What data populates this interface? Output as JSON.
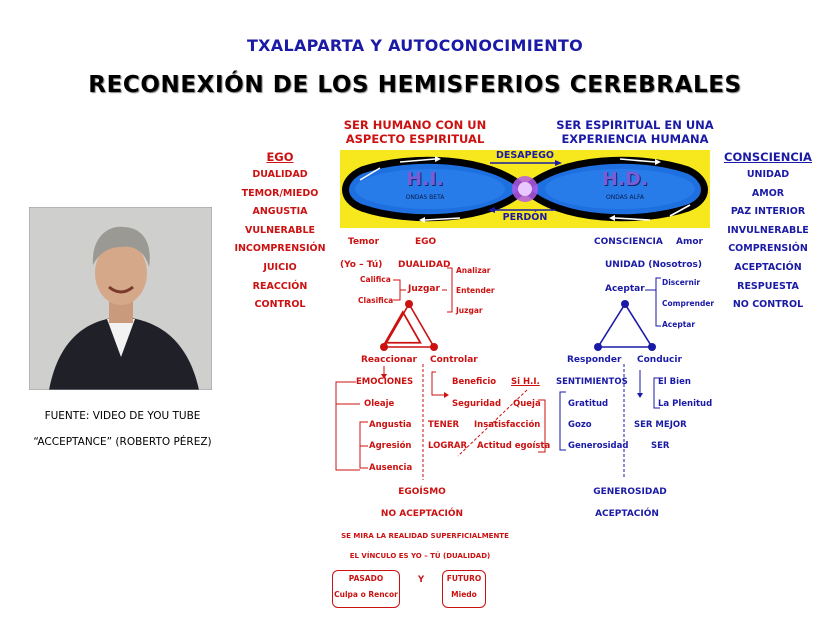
{
  "header": {
    "subtitle": "TXALAPARTA Y AUTOCONOCIMIENTO",
    "title": "RECONEXIÓN DE LOS HEMISFERIOS CEREBRALES"
  },
  "photo": {
    "caption_line1": "FUENTE:  VIDEO DE YOU TUBE",
    "caption_line2": "“ACCEPTANCE” (ROBERTO PÉREZ)"
  },
  "left_column": {
    "heading": "EGO",
    "items": [
      "DUALIDAD",
      "TEMOR/MIEDO",
      "ANGUSTIA",
      "VULNERABLE",
      "INCOMPRENSIÓN",
      "JUICIO",
      "REACCIÓN",
      "CONTROL"
    ]
  },
  "right_column": {
    "heading": "CONSCIENCIA",
    "items": [
      "UNIDAD",
      "AMOR",
      "PAZ INTERIOR",
      "INVULNERABLE",
      "COMPRENSIÓN",
      "ACEPTACIÓN",
      "RESPUESTA",
      "NO CONTROL"
    ]
  },
  "top_labels": {
    "left_line1": "SER HUMANO CON UN",
    "left_line2": "ASPECTO ESPIRITUAL",
    "right_line1": "SER ESPIRITUAL EN UNA",
    "right_line2": "EXPERIENCIA HUMANA"
  },
  "infinity": {
    "top_label": "DESAPEGO",
    "bottom_label": "PERDÓN",
    "left_title": "H.I.",
    "left_sub": "ONDAS BETA",
    "right_title": "H.D.",
    "right_sub": "ONDAS ALFA"
  },
  "left_flow": {
    "temor": "Temor",
    "ego": "EGO",
    "yo_tu": "(Yo – Tú)",
    "dualidad": "DUALIDAD",
    "califica": "Califica",
    "clasifica": "Clasifica",
    "juzgar": "Juzgar",
    "analizar": "Analizar",
    "entender": "Entender",
    "juzgar_small": "Juzgar",
    "reaccionar": "Reaccionar",
    "controlar": "Controlar",
    "emociones": "EMOCIONES",
    "oleaje": "Oleaje",
    "angustia": "Angustia",
    "agresion": "Agresión",
    "ausencia": "Ausencia",
    "beneficio": "Beneficio",
    "si_hi": "Si H.I.",
    "seguridad": "Seguridad",
    "queja": "Queja",
    "tener": "TENER",
    "insatisfaccion": "Insatisfacción",
    "lograr": "LOGRAR",
    "actitud_egoista": "Actitud egoísta",
    "egoismo": "EGOÍSMO",
    "no_aceptacion": "NO ACEPTACIÓN",
    "se_mira": "SE MIRA LA REALIDAD SUPERFICIALMENTE",
    "vinculo": "EL VÍNCULO ES  YO – TÚ (DUALIDAD)",
    "pasado": "PASADO",
    "y": "Y",
    "futuro": "FUTURO",
    "culpa": "Culpa o Rencor",
    "miedo": "Miedo"
  },
  "right_flow": {
    "consciencia": "CONSCIENCIA",
    "amor": "Amor",
    "unidad": "UNIDAD  (Nosotros)",
    "aceptar": "Aceptar",
    "discernir": "Discernir",
    "comprender": "Comprender",
    "aceptar_small": "Aceptar",
    "responder": "Responder",
    "conducir": "Conducir",
    "sentimientos": "SENTIMIENTOS",
    "gratitud": "Gratitud",
    "gozo": "Gozo",
    "generosidad_small": "Generosidad",
    "el_bien": "El Bien",
    "la_plenitud": "La Plenitud",
    "ser_mejor": "SER MEJOR",
    "ser": "SER",
    "generosidad": "GENEROSIDAD",
    "aceptacion": "ACEPTACIÓN"
  },
  "colors": {
    "ego_red": "#cc1111",
    "consciencia_blue": "#1a1aa6",
    "infinity_yellow": "#f6e81c",
    "infinity_blue": "#1e6fe0"
  }
}
